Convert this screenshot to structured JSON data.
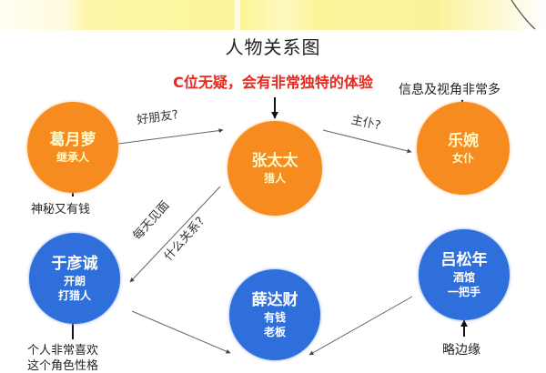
{
  "diagram": {
    "title": "人物关系图",
    "highlight_note": "C位无疑，会有非常独特的体验",
    "nodes": [
      {
        "id": "ge",
        "name": "葛月萝",
        "sub": [
          "继承人"
        ],
        "color": "#f68b1f",
        "note": "神秘又有钱"
      },
      {
        "id": "zhang",
        "name": "张太太",
        "sub": [
          "猎人"
        ],
        "color": "#f68b1f",
        "note": "C位无疑，会有非常独特的体验"
      },
      {
        "id": "le",
        "name": "乐婉",
        "sub": [
          "女仆"
        ],
        "color": "#f68b1f",
        "note": "信息及视角非常多"
      },
      {
        "id": "yu",
        "name": "于彦诚",
        "sub": [
          "开朗",
          "打猎人"
        ],
        "color": "#2f6fdb",
        "note": "个人非常喜欢这个角色性格"
      },
      {
        "id": "xue",
        "name": "薛达财",
        "sub": [
          "有钱",
          "老板"
        ],
        "color": "#2f6fdb",
        "note": ""
      },
      {
        "id": "lv",
        "name": "吕松年",
        "sub": [
          "酒馆",
          "一把手"
        ],
        "color": "#2f6fdb",
        "note": "略边缘"
      }
    ],
    "edges": [
      {
        "from": "葛月萝",
        "to": "张太太",
        "label": "好朋友?"
      },
      {
        "from": "张太太",
        "to": "乐婉",
        "label": "主仆?"
      },
      {
        "from": "张太太",
        "to": "于彦诚",
        "label": "每天见面",
        "label2": "什么关系?"
      },
      {
        "from": "于彦诚",
        "to": "薛达财",
        "label": ""
      },
      {
        "from": "吕松年",
        "to": "薛达财",
        "label": ""
      }
    ],
    "notes": {
      "ge": "神秘又有钱",
      "le": "信息及视角非常多",
      "yu_line1": "个人非常喜欢",
      "yu_line2": "这个角色性格",
      "lv": "略边缘"
    }
  }
}
